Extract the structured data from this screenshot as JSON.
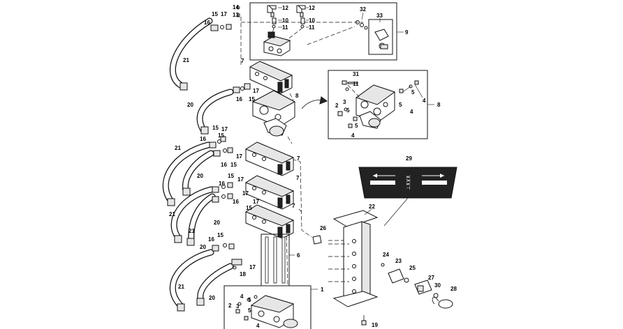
{
  "diagram": {
    "callouts": {
      "c1": "1",
      "c2a": "2",
      "c2b": "2",
      "c3a": "3",
      "c3b": "3",
      "c4a": "4",
      "c4b": "4",
      "c4c": "4",
      "c4d": "4",
      "c5a": "5",
      "c5b": "5",
      "c5c": "5",
      "c5d": "5",
      "c5e": "5",
      "c6": "6",
      "c7a": "7",
      "c7b": "7",
      "c7c": "7",
      "c7d": "7",
      "c8a": "8",
      "c8b": "8",
      "c9": "9",
      "c10a": "10",
      "c10b": "10",
      "c11a": "11",
      "c11b": "11",
      "c11c": "11",
      "c12a": "12",
      "c12b": "12",
      "c13": "13",
      "c14": "14",
      "c15a": "15",
      "c15b": "15",
      "c15c": "15",
      "c15d": "15",
      "c15e": "15",
      "c15f": "15",
      "c15g": "15",
      "c15h": "15",
      "c16a": "16",
      "c16b": "16",
      "c16c": "16",
      "c16d": "16",
      "c16e": "16",
      "c16f": "16",
      "c16g": "16",
      "c17a": "17",
      "c17b": "17",
      "c17c": "17",
      "c17d": "17",
      "c17e": "17",
      "c17f": "17",
      "c17g": "17",
      "c17h": "17",
      "c18": "18",
      "c19": "19",
      "c20a": "20",
      "c20b": "20",
      "c20c": "20",
      "c20d": "20",
      "c20e": "20",
      "c21a": "21",
      "c21b": "21",
      "c21c": "21",
      "c21d": "21",
      "c21e": "21",
      "c22": "22",
      "c23": "23",
      "c24": "24",
      "c25": "25",
      "c26": "26",
      "c27": "27",
      "c28": "28",
      "c29": "29",
      "c30": "30",
      "c31": "31",
      "c32": "32",
      "c33": "33"
    },
    "decal_symbols": "⊻⊼⊻⊤"
  }
}
